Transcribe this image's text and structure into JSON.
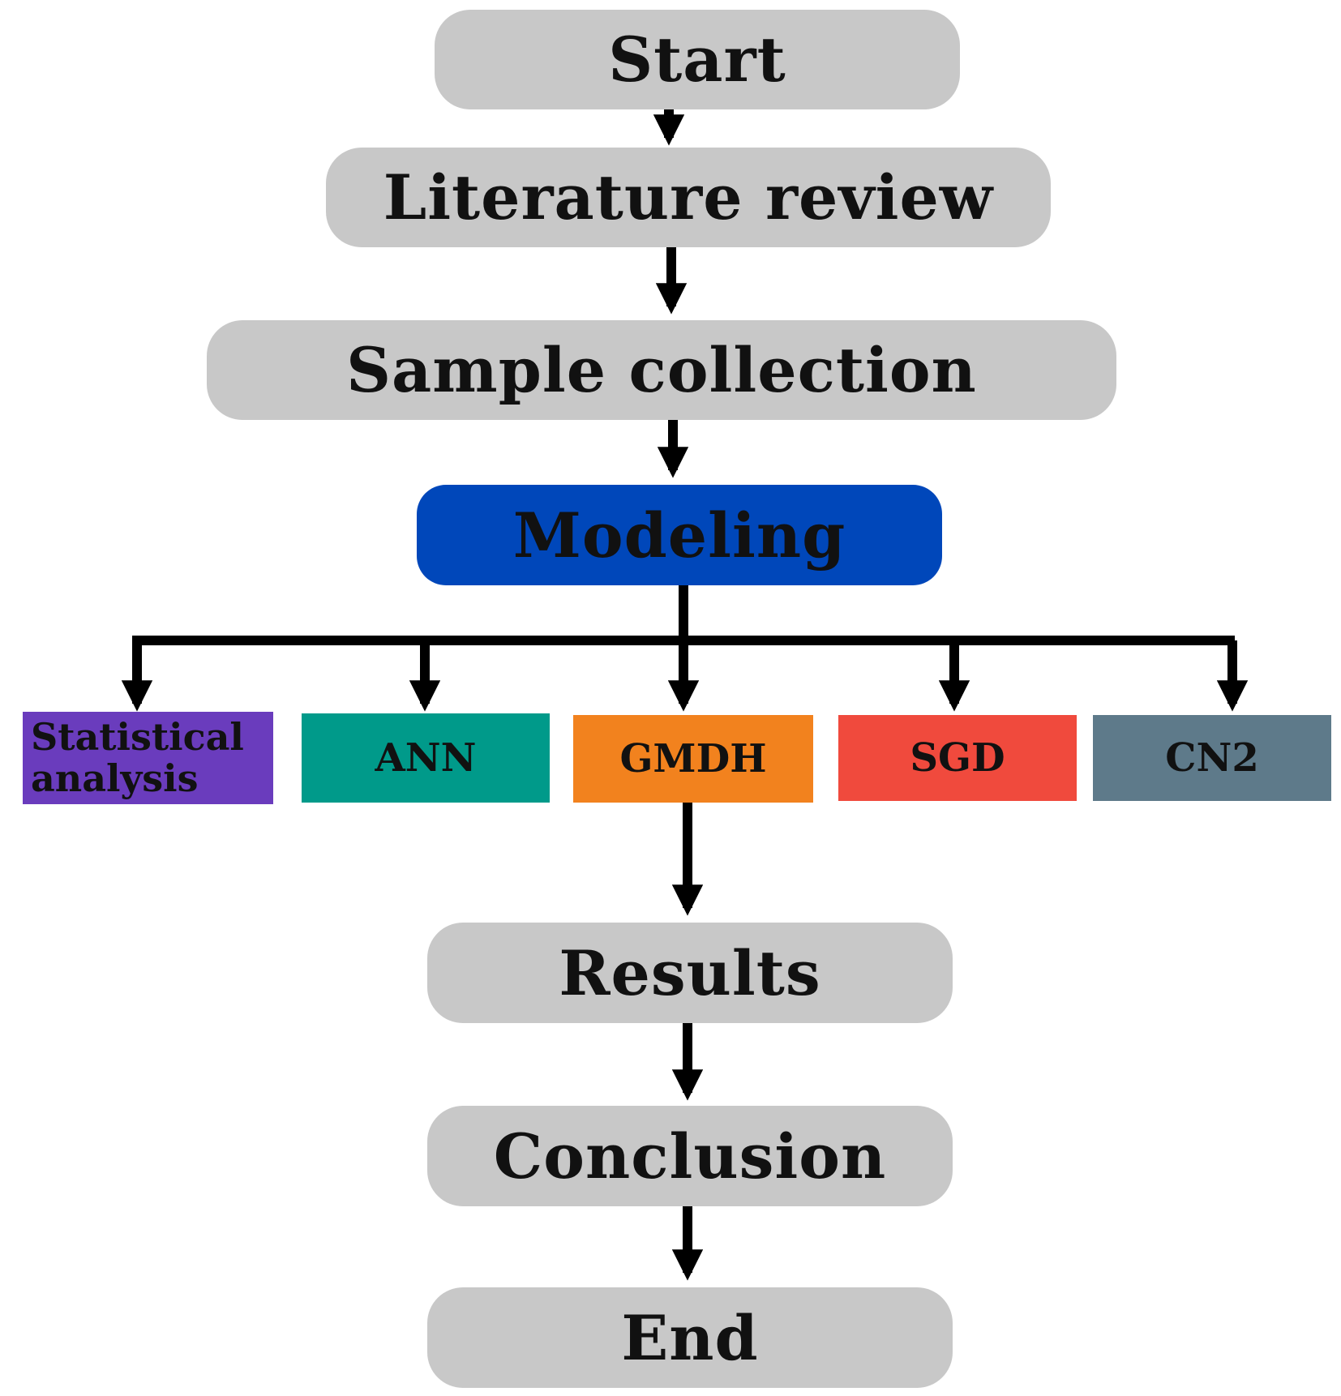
{
  "steps": {
    "start": "Start",
    "literature": "Literature review",
    "sample": "Sample collection",
    "modeling": "Modeling",
    "results": "Results",
    "conclusion": "Conclusion",
    "end": "End"
  },
  "methods": [
    {
      "line1": "Statistical",
      "line2": "analysis",
      "color": "#6a3cbd"
    },
    {
      "label": "ANN",
      "color": "#009a8a"
    },
    {
      "label": "GMDH",
      "color": "#f2821e"
    },
    {
      "label": "SGD",
      "color": "#f04a3d"
    },
    {
      "label": "CN2",
      "color": "#5e7a8a"
    }
  ],
  "colors": {
    "step_fill": "#c8c8c8",
    "modeling_fill": "#0047ba",
    "arrow": "#000000"
  }
}
